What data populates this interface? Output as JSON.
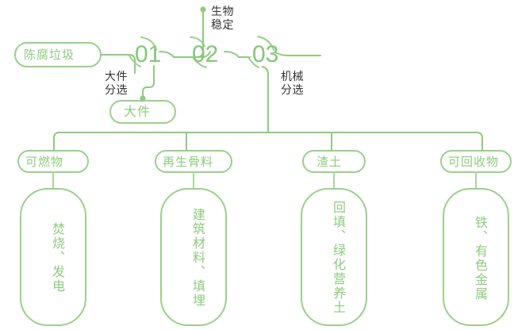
{
  "diagram": {
    "type": "process-flow",
    "colors": {
      "line": "#8ecb7f",
      "line_light": "#a8d89b",
      "pill_text": "#8ecb7f",
      "number": "#84c77a",
      "label_text": "#333333",
      "background": "#ffffff"
    },
    "source": {
      "label": "陈腐垃圾"
    },
    "stages": [
      {
        "number": "01",
        "annotation": "大件\n分选",
        "output_label": "大件"
      },
      {
        "number": "02",
        "annotation": "生物\n稳定",
        "output_label": ""
      },
      {
        "number": "03",
        "annotation": "机械\n分选",
        "output_label": ""
      }
    ],
    "outputs": [
      {
        "pill": "可燃物",
        "detail": "焚烧、发电"
      },
      {
        "pill": "再生骨料",
        "detail": "建筑材料、填埋"
      },
      {
        "pill": "渣土",
        "detail": "回填、绿化营养土"
      },
      {
        "pill": "可回收物",
        "detail": "铁、有色金属"
      }
    ]
  }
}
